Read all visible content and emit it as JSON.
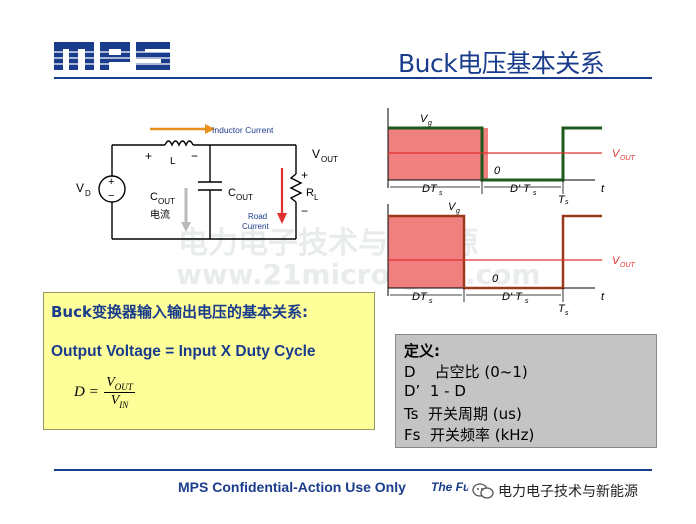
{
  "header": {
    "logo_text": "MPS",
    "title": "Buck电压基本关系"
  },
  "circuit": {
    "inductor_current": "Inductor Current",
    "plus_l": "+",
    "l_label": "L",
    "minus_l": "−",
    "vd": "V",
    "vd_sub": "D",
    "vout": "V",
    "vout_sub": "OUT",
    "cout": "C",
    "cout_sub": "OUT",
    "cout2": "C",
    "cout2_sub": "OUT",
    "cout_current": "电流",
    "rl": "R",
    "rl_sub": "L",
    "plus_r": "+",
    "minus_r": "−",
    "road_current_1": "Road",
    "road_current_2": "Current"
  },
  "waveform_top": {
    "vg": "V",
    "vg_sub": "g",
    "vout": "V",
    "vout_sub": "OUT",
    "zero": "0",
    "dts": "DT",
    "dts_sub": "s",
    "dpts": "D' T",
    "dpts_sub": "s",
    "ts": "T",
    "ts_sub": "s",
    "t": "t"
  },
  "waveform_bottom": {
    "vg": "V",
    "vg_sub": "g",
    "vout": "V",
    "vout_sub": "OUT",
    "zero": "0",
    "dts": "DT",
    "dts_sub": "s",
    "dpts": "D' T",
    "dpts_sub": "s",
    "ts": "T",
    "ts_sub": "s",
    "t": "t"
  },
  "relation_box": {
    "heading": "Buck变换器输入输出电压的基本关系:",
    "output_voltage": "Output Voltage = Input X Duty Cycle",
    "formula_lhs": "D =",
    "formula_num": "V",
    "formula_num_sub": "OUT",
    "formula_den": "V",
    "formula_den_sub": "IN"
  },
  "definitions": {
    "title": "定义:",
    "lines": [
      "D    占空比 (0~1)",
      "D’  1 - D",
      "Ts  开关周期 (us)",
      "Fs  开关频率 (kHz)"
    ]
  },
  "watermark": {
    "line1": "电力电子技术与新能源",
    "line2": "www.21micro-grid.com"
  },
  "footer": {
    "confidential": "MPS Confidential-Action Use Only",
    "tagline": "The Fu",
    "wechat_label": "电力电子技术与新能源"
  },
  "colors": {
    "brand_blue": "#1a3c8c",
    "vout_red": "#e03030",
    "pulse_fill": "#f08080",
    "top_wave": "#1e5a1e",
    "bottom_wave": "#9b3a1a",
    "yellow_box": "#ffff99",
    "grey_box": "#c4c4c4"
  }
}
